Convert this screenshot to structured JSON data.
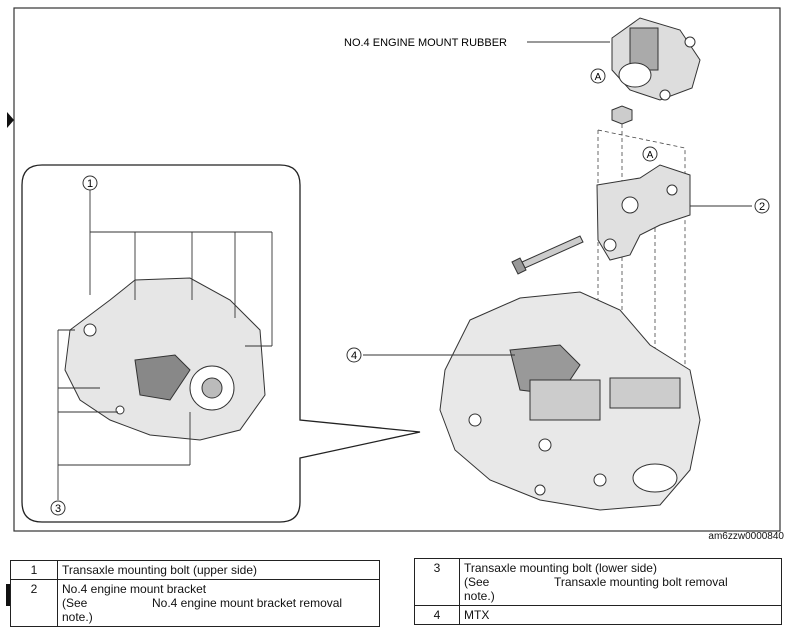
{
  "figure": {
    "callouts": {
      "engine_mount_rubber": "NO.4 ENGINE MOUNT RUBBER",
      "point_a_top": "A",
      "point_a_mid": "A",
      "n1": "1",
      "n2": "2",
      "n3": "3",
      "n4": "4"
    },
    "image_code": "am6zzw0000840"
  },
  "legend": {
    "left": [
      {
        "num": "1",
        "text": "Transaxle mounting bolt (upper side)"
      },
      {
        "num": "2",
        "text": "No.4 engine mount bracket",
        "see": "(See",
        "ref": "No.4 engine mount bracket removal",
        "ref2": "note.)"
      }
    ],
    "right": [
      {
        "num": "3",
        "text": "Transaxle mounting bolt (lower side)",
        "see": "(See",
        "ref": "Transaxle mounting bolt removal",
        "ref2": "note.)"
      },
      {
        "num": "4",
        "text": "MTX"
      }
    ]
  }
}
